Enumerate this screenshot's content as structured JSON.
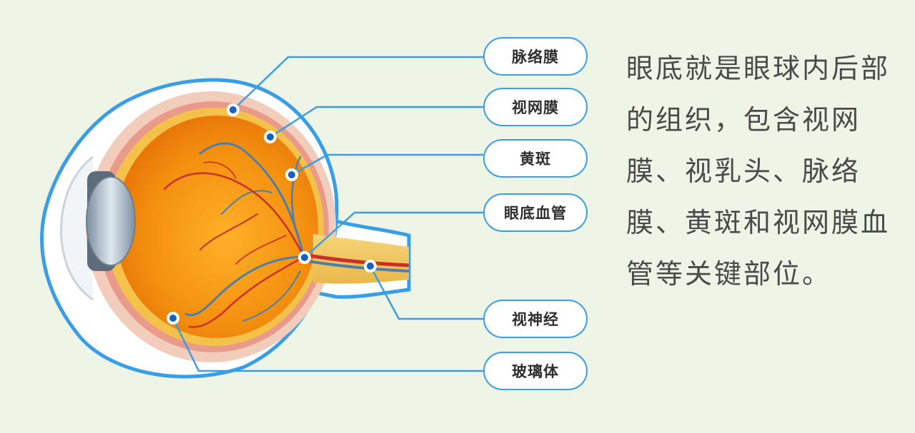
{
  "labels": {
    "choroid": "脉络膜",
    "retina": "视网膜",
    "macula": "黄斑",
    "fundus_vessels": "眼底血管",
    "optic_nerve": "视神经",
    "vitreous": "玻璃体"
  },
  "description": "眼底就是眼球内后部的组织，包含视网膜、视乳头、脉络膜、黄斑和视网膜血管等关键部位。",
  "colors": {
    "background": "#eef5e6",
    "outline": "#3a9ee6",
    "vitreous": "#f08a10",
    "retina_band": "#f4c24a",
    "sclera": "#f2cdbb",
    "artery": "#c9302c",
    "vein": "#4f7fa6"
  }
}
